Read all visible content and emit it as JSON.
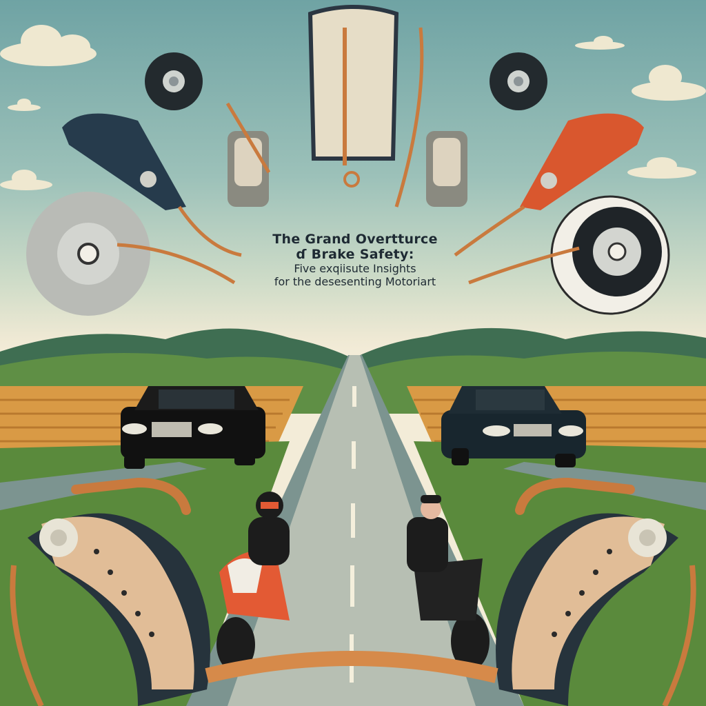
{
  "poster": {
    "title_line1": "The  Grand Overtturce",
    "title_line2": "ɗ Brake  Safety:",
    "subtitle_line1": "Five exqiisute Insights",
    "subtitle_line2": "for the desesenting Motoriart"
  },
  "scene": {
    "elements": [
      "sky",
      "clouds",
      "brake-calipers",
      "brake-discs",
      "brake-cables",
      "rolling-hills",
      "wheat-fields",
      "highway",
      "black-sedan-left",
      "dark-sedan-right",
      "sport-motorcycle-rider",
      "cruiser-motorcycle-rider",
      "brake-shoes",
      "brake-levers"
    ]
  },
  "colors": {
    "sky_top": "#6fa3a4",
    "sky_bottom": "#f3ecd8",
    "hill": "#4f7f4a",
    "field": "#d99a45",
    "road": "#7c9490",
    "cable": "#c97a3e",
    "caliper_red": "#d9572e",
    "caliper_navy": "#263b4c",
    "text": "#1e2a33"
  }
}
